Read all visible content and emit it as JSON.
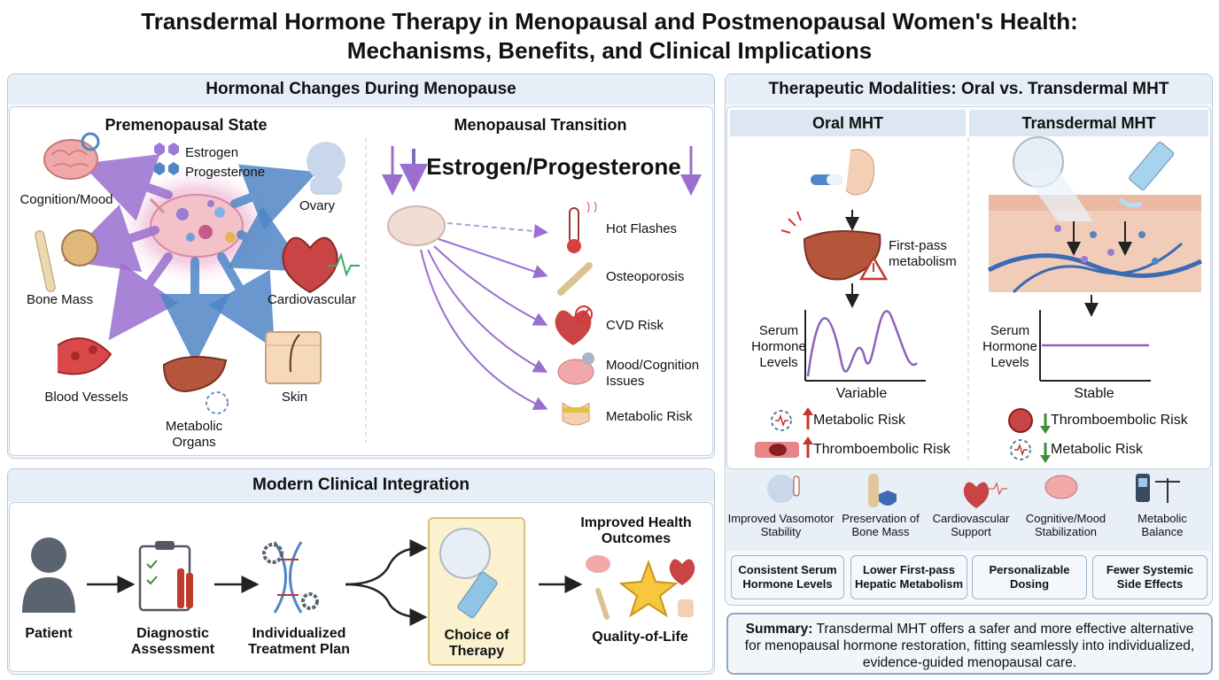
{
  "title": {
    "line1": "Transdermal Hormone Therapy in Menopausal and Postmenopausal Women's Health:",
    "line2": "Mechanisms, Benefits, and Clinical Implications"
  },
  "hormonal": {
    "header": "Hormonal Changes During Menopause",
    "pre": {
      "title": "Premenopausal State",
      "legend_estrogen": "Estrogen",
      "legend_progesterone": "Progesterone",
      "targets": [
        "Cognition/Mood",
        "Ovary",
        "Bone Mass",
        "Cardiovascular",
        "Blood Vessels",
        "Metabolic Organs",
        "Skin"
      ]
    },
    "trans": {
      "title": "Menopausal Transition",
      "banner": "Estrogen/Progesterone",
      "effects": [
        "Hot Flashes",
        "Osteoporosis",
        "CVD Risk",
        "Mood/Cognition Issues",
        "Metabolic Risk"
      ]
    }
  },
  "clinical": {
    "header": "Modern Clinical Integration",
    "steps": [
      "Patient",
      "Diagnostic Assessment",
      "Individualized Treatment Plan",
      "Choice of Therapy"
    ],
    "outcome_title": "Improved Health Outcomes",
    "outcome_label": "Quality-of-Life"
  },
  "modalities": {
    "header": "Therapeutic Modalities: Oral vs. Transdermal MHT",
    "oral": {
      "title": "Oral MHT",
      "first_pass": "First-pass metabolism",
      "axis": "Serum Hormone Levels",
      "caption": "Variable",
      "risks": [
        "Metabolic Risk",
        "Thromboembolic Risk"
      ]
    },
    "transdermal": {
      "title": "Transdermal MHT",
      "axis": "Serum Hormone Levels",
      "caption": "Stable",
      "risks": [
        "Thromboembolic Risk",
        "Metabolic Risk"
      ]
    },
    "benefits": [
      "Improved Vasomotor Stability",
      "Preservation of Bone Mass",
      "Cardiovascular Support",
      "Cognitive/Mood Stabilization",
      "Metabolic Balance"
    ],
    "advantages": [
      "Consistent Serum Hormone Levels",
      "Lower First-pass Hepatic Metabolism",
      "Personalizable Dosing",
      "Fewer Systemic Side Effects"
    ]
  },
  "summary": {
    "label": "Summary:",
    "text": "Transdermal MHT offers a safer and more effective alternative for menopausal hormone restoration, fitting seamlessly into individualized, evidence-guided menopausal care."
  },
  "colors": {
    "purple": "#9a6fcf",
    "blue": "#4f86c6",
    "red": "#c0392b",
    "green": "#3f8f3a",
    "panel_border": "#b7c9dc",
    "header_bg": "#e6eef7"
  }
}
